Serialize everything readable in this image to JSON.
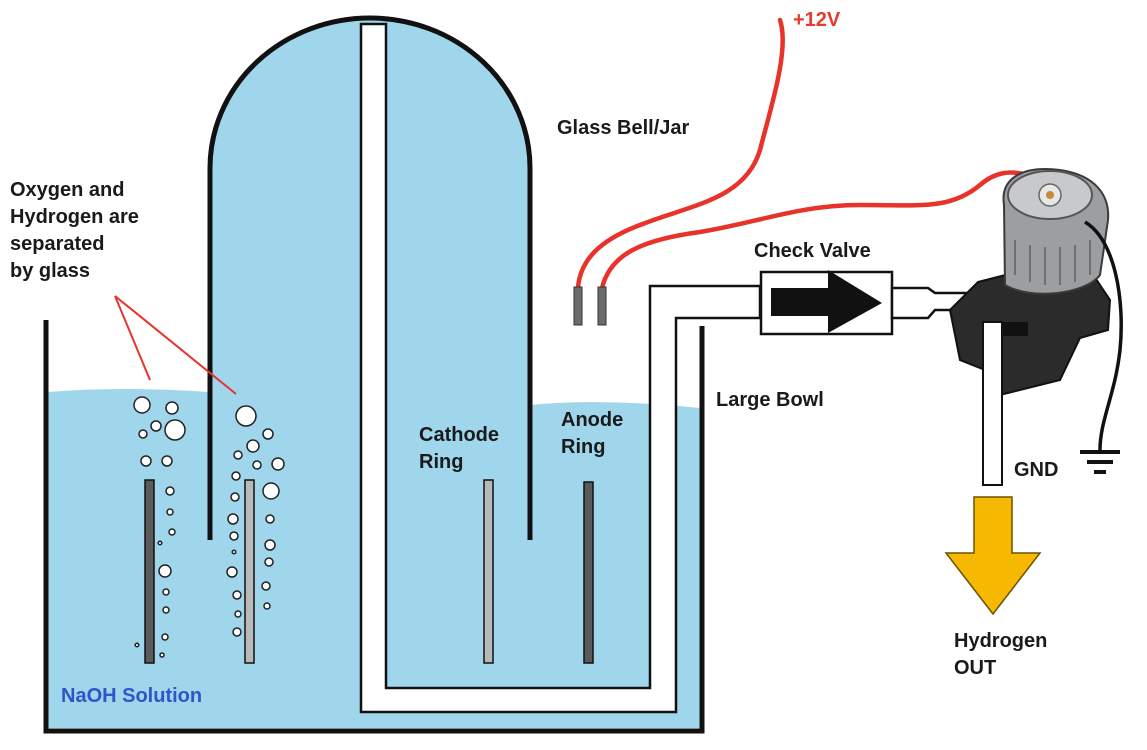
{
  "labels": {
    "plus12v": "+12V",
    "glass_bell": "Glass Bell/Jar",
    "oxygen_note": "Oxygen and\nHydrogen are\nseparated\nby glass",
    "check_valve": "Check Valve",
    "large_bowl": "Large Bowl",
    "cathode_ring": "Cathode\nRing",
    "anode_ring": "Anode\nRing",
    "gnd": "GND",
    "hydrogen_out": "Hydrogen\nOUT",
    "naoh": "NaOH Solution"
  },
  "colors": {
    "water": "#9fd6ec",
    "wire_red": "#e8332a",
    "outline": "#111111",
    "arrow_yellow": "#f6b800",
    "electrode_dark": "#5a5a5a",
    "electrode_light": "#b8b8b8",
    "motor_body": "#2b2b2b",
    "label_blue": "#2f55c8"
  },
  "icons": [
    "pump-motor-icon",
    "ground-symbol-icon",
    "check-valve-arrow-icon",
    "output-arrow-icon"
  ]
}
